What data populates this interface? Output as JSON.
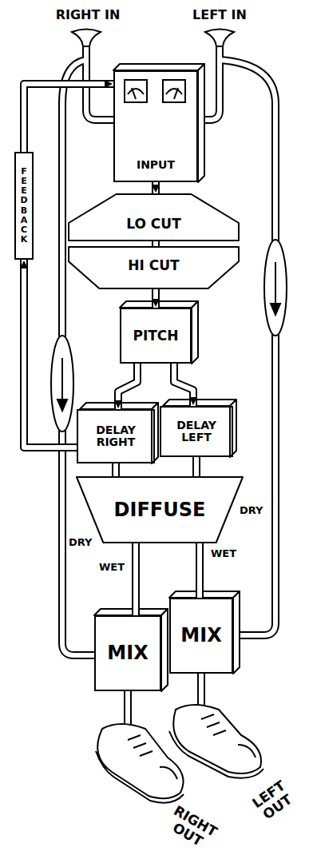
{
  "diagram": {
    "nodes": [
      {
        "text": [
          "INPUT"
        ]
      },
      {
        "text": [
          "FEEDBACK"
        ]
      },
      {
        "text": [
          "LO CUT"
        ]
      },
      {
        "text": [
          "HI CUT"
        ]
      },
      {
        "text": [
          "PITCH"
        ]
      },
      {
        "text": [
          "DELAY RIGHT"
        ]
      },
      {
        "text": [
          "DELAY LEFT"
        ]
      },
      {
        "text": [
          "DIFFUSE"
        ]
      },
      {
        "text": [
          "MIX"
        ]
      },
      {
        "text": [
          "MIX"
        ]
      }
    ],
    "edges": [
      {
        "from": 0,
        "to": 2,
        "arrow": "to"
      },
      {
        "from": 2,
        "to": 3,
        "arrow": "none"
      },
      {
        "from": 1,
        "to": 0,
        "arrow": "to"
      },
      {
        "from": 3,
        "to": 4,
        "arrow": "to"
      },
      {
        "from": 4,
        "to": 5,
        "arrow": "to"
      },
      {
        "from": 4,
        "to": 6,
        "arrow": "to"
      },
      {
        "from": 5,
        "to": 1,
        "arrow": "to"
      },
      {
        "from": 5,
        "to": 7,
        "arrow": "none"
      },
      {
        "from": 6,
        "to": 7,
        "arrow": "none"
      },
      {
        "from": 7,
        "to": 8,
        "label": "WET",
        "arrow": "none"
      },
      {
        "from": 7,
        "to": 9,
        "label": "WET",
        "arrow": "none"
      }
    ],
    "labels": [
      "RIGHT IN",
      "LEFT IN",
      "DRY",
      "DRY",
      "RIGHT OUT",
      "LEFT OUT"
    ]
  }
}
